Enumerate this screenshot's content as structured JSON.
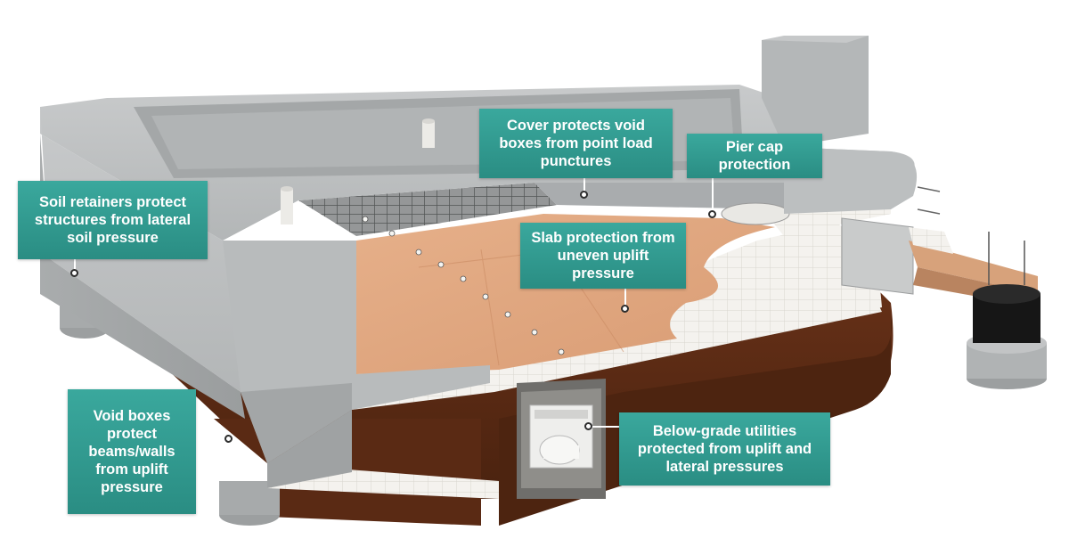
{
  "callouts": {
    "soil_retainers": "Soil retainers protect structures from lateral soil pressure",
    "cover": "Cover protects void boxes from point load punctures",
    "pier_cap": "Pier cap protection",
    "slab": "Slab protection from uneven uplift pressure",
    "void_boxes": "Void boxes protect beams/walls from uplift pressure",
    "utilities": "Below-grade utilities protected from uplift and lateral pressures"
  },
  "colors": {
    "callout_bg": "#2f968c",
    "callout_text": "#ffffff",
    "concrete": "#b9bcbd",
    "soil": "#5a2a14",
    "cover_board": "#e0a77f",
    "void_box": "#f2f0ec"
  }
}
